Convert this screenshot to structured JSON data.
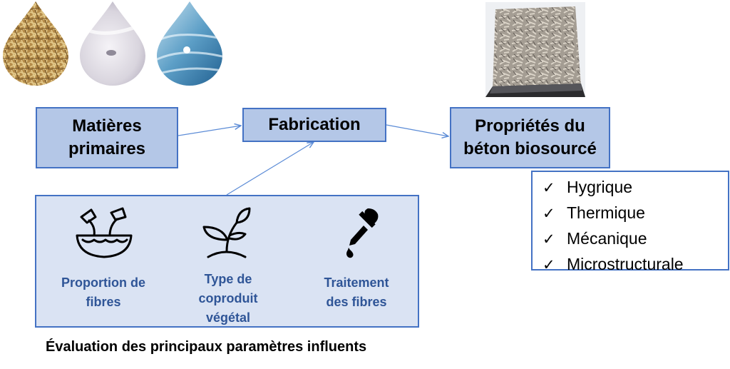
{
  "nodes": {
    "matieres": {
      "line1": "Matières",
      "line2": "primaires"
    },
    "fabrication": {
      "label": "Fabrication"
    },
    "proprietes": {
      "line1": "Propriétés du",
      "line2": "béton biosourcé"
    }
  },
  "parameters": [
    {
      "lines": [
        "Proportion de",
        "fibres"
      ],
      "icon": "mixing-bowl-icon"
    },
    {
      "lines": [
        "Type de",
        "coproduit",
        "végétal"
      ],
      "icon": "plant-sprout-icon"
    },
    {
      "lines": [
        "Traitement",
        "des fibres"
      ],
      "icon": "dropper-icon"
    }
  ],
  "properties": {
    "check": "✓",
    "items": [
      "Hygrique",
      "Thermique",
      "Mécanique",
      "Microstructurale"
    ]
  },
  "footer": {
    "title": "Évaluation des principaux paramètres influents"
  },
  "images": {
    "drops": [
      "straw-fibers-drop-image",
      "lime-powder-drop-image",
      "water-drop-image"
    ],
    "sample": "bio-concrete-sample-image"
  },
  "colors": {
    "box_fill": "#b4c7e7",
    "box_border": "#4472c4",
    "param_text": "#2f5597",
    "arrow": "#5b8bd6"
  }
}
